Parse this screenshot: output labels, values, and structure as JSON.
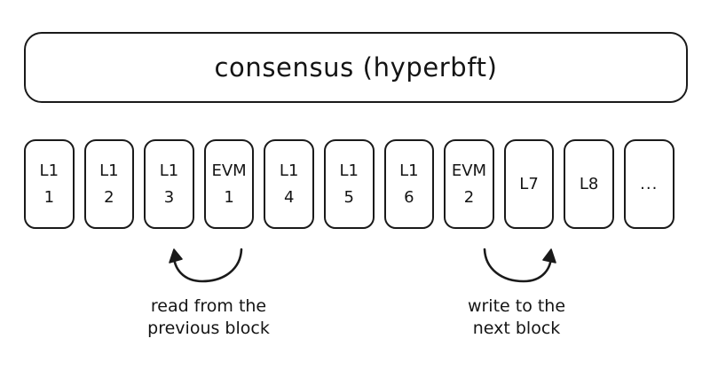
{
  "diagram": {
    "title": "consensus (hyperbft)",
    "header": {
      "label": "consensus (hyperbft)",
      "shape": "rounded-rectangle"
    },
    "blocks": [
      {
        "line1": "L1",
        "line2": "1",
        "type": "l1",
        "name": "block-l1-1"
      },
      {
        "line1": "L1",
        "line2": "2",
        "type": "l1",
        "name": "block-l1-2"
      },
      {
        "line1": "L1",
        "line2": "3",
        "type": "l1",
        "name": "block-l1-3"
      },
      {
        "line1": "EVM",
        "line2": "1",
        "type": "evm",
        "name": "block-evm-1"
      },
      {
        "line1": "L1",
        "line2": "4",
        "type": "l1",
        "name": "block-l1-4"
      },
      {
        "line1": "L1",
        "line2": "5",
        "type": "l1",
        "name": "block-l1-5"
      },
      {
        "line1": "L1",
        "line2": "6",
        "type": "l1",
        "name": "block-l1-6"
      },
      {
        "line1": "EVM",
        "line2": "2",
        "type": "evm",
        "name": "block-evm-2"
      },
      {
        "line1": "L7",
        "line2": "",
        "type": "l1",
        "name": "block-l7"
      },
      {
        "line1": "L8",
        "line2": "",
        "type": "l1",
        "name": "block-l8"
      },
      {
        "line1": "...",
        "line2": "",
        "type": "ellipsis",
        "name": "block-ellipsis"
      }
    ],
    "annotations": [
      {
        "name": "read-from-previous-block",
        "line1": "read from the",
        "line2": "previous block",
        "arrow": "curved-arrow-left"
      },
      {
        "name": "write-to-next-block",
        "line1": "write to the",
        "line2": "next block",
        "arrow": "curved-arrow-right"
      }
    ],
    "colors": {
      "stroke": "#1a1a1a",
      "text": "#141414",
      "background": "#ffffff"
    }
  }
}
